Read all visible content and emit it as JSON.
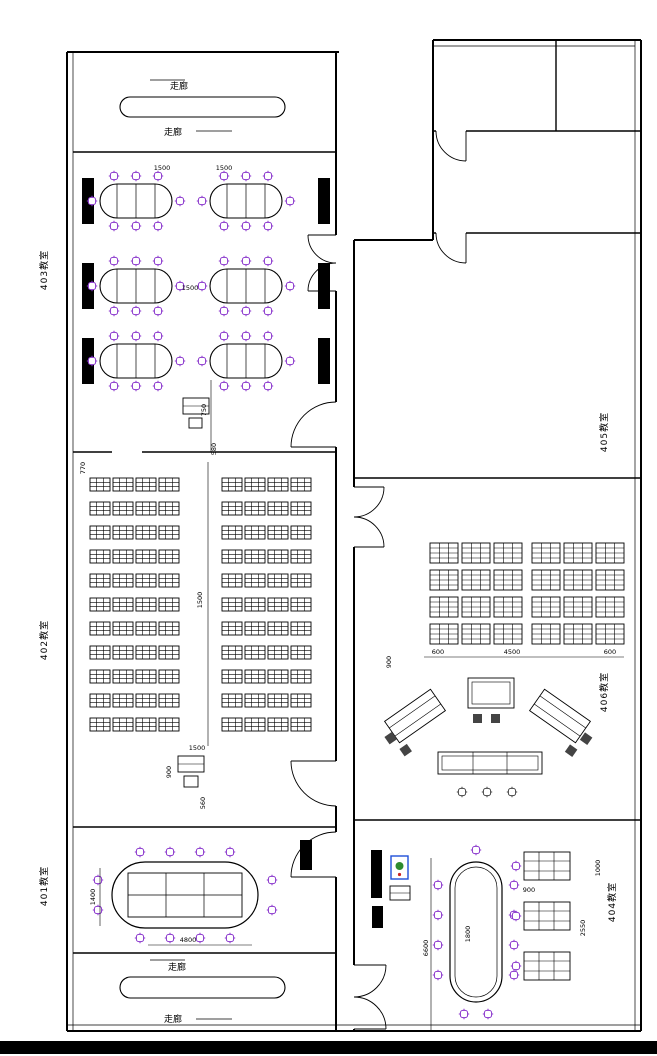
{
  "plan": {
    "rooms": {
      "r403": {
        "label": "403教室"
      },
      "r402": {
        "label": "402教室"
      },
      "r401": {
        "label": "401教室"
      },
      "r405": {
        "label": "405教室"
      },
      "r406": {
        "label": "406教室"
      },
      "r404": {
        "label": "404教室"
      }
    },
    "corridors": [
      "走廊",
      "走廊",
      "走廊",
      "走廊"
    ],
    "dims": [
      "1500",
      "1500",
      "1500",
      "750",
      "580",
      "770",
      "1500",
      "1500",
      "900",
      "560",
      "1400",
      "4800",
      "900",
      "600",
      "4500",
      "600",
      "6600",
      "1800",
      "900",
      "2550",
      "1000"
    ],
    "colors": {
      "line": "#000000",
      "chair": "#8833CC",
      "dark_furniture": "#444444",
      "device_frame": "#1F4FD8",
      "device_screen": "#2E8B2E",
      "device_dot": "#CC2222"
    }
  }
}
